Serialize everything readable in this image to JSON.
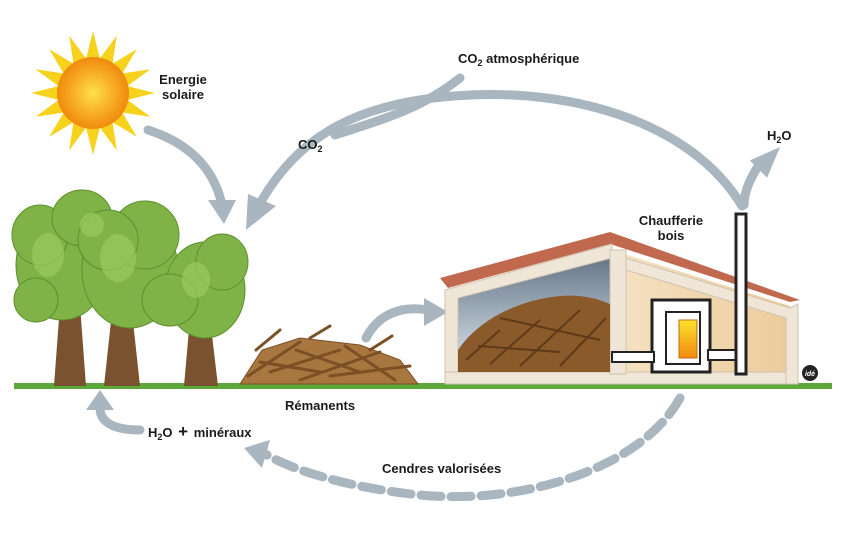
{
  "labels": {
    "solar_line1": "Energie",
    "solar_line2": "solaire",
    "co2_left_main": "CO",
    "co2_left_sub": "2",
    "co2_atm_main": "CO",
    "co2_atm_sub": "2",
    "co2_atm_rest": " atmosphérique",
    "h2o_top_a": "H",
    "h2o_top_sub": "2",
    "h2o_top_b": "O",
    "boiler_line1": "Chaufferie",
    "boiler_line2": "bois",
    "residues": "Rémanents",
    "water_a": "H",
    "water_sub": "2",
    "water_b": "O",
    "water_plus": "+",
    "water_rest": "minéraux",
    "ash": "Cendres valorisées",
    "logo": "idé"
  },
  "colors": {
    "arrow": "#a9b6bf",
    "sun_core": "#f6a21c",
    "sun_rays": "#f7d21c",
    "tree_foliage": "#6fa23a",
    "tree_trunk": "#7a5230",
    "ground": "#5ca83b",
    "wood_chips": "#8a5a2b",
    "building_wall": "#f1d9b5",
    "building_roof": "#c0694e",
    "flame": "#f4a21c"
  },
  "icons": [
    "sun-icon",
    "tree-icon",
    "wood-pile-icon",
    "boiler-building-icon",
    "chimney-icon"
  ]
}
